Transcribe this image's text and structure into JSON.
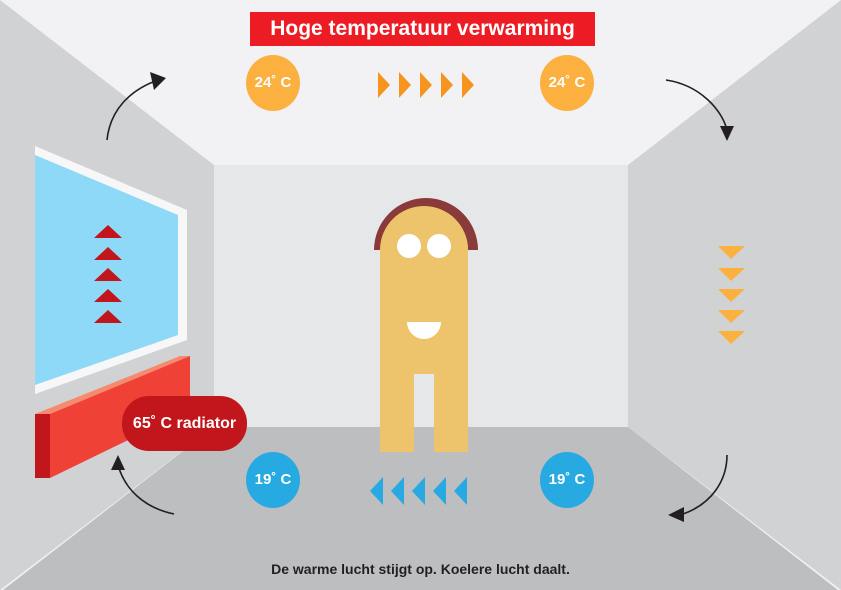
{
  "title": "Hoge temperatuur verwarming",
  "temperatures": {
    "ceiling_left": "24˚ C",
    "ceiling_right": "24˚ C",
    "floor_left": "19˚ C",
    "floor_right": "19˚ C"
  },
  "radiator_label": "65˚ C radiator",
  "caption": "De warme lucht stijgt op. Koelere lucht daalt.",
  "colors": {
    "title_bg": "#ed1c24",
    "warm": "#fbb040",
    "cool": "#27aae1",
    "radiator": "#ef4136",
    "person": "#edc46b",
    "hair": "#8b3a3a"
  }
}
